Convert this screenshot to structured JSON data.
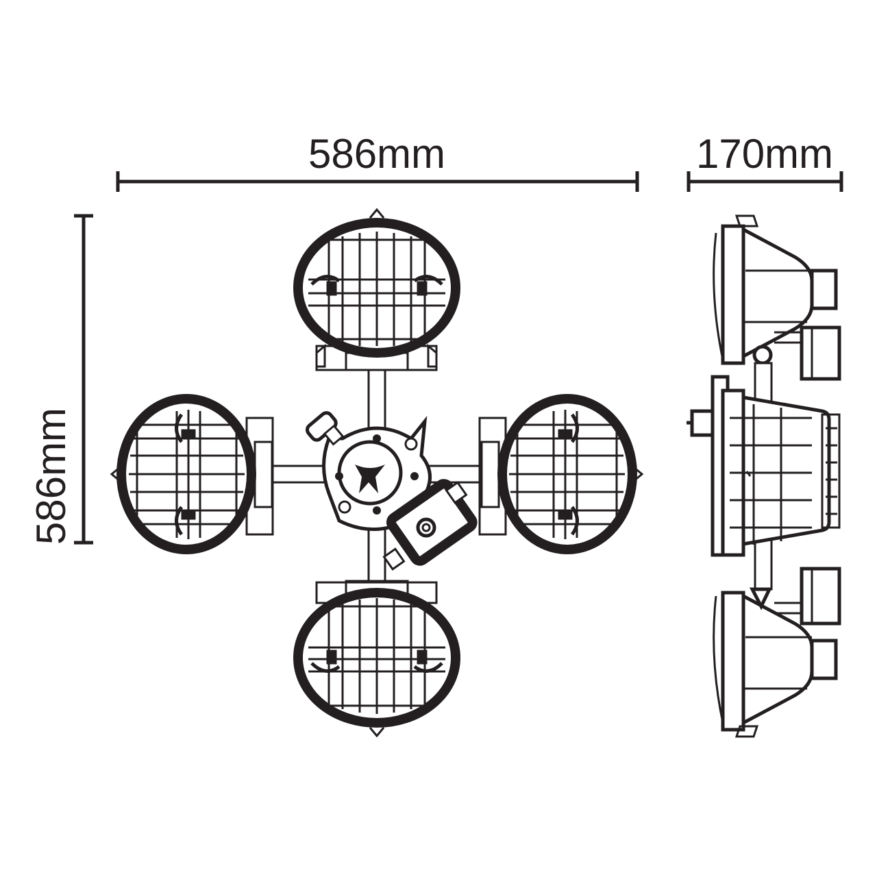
{
  "dimensions": {
    "front_width": "586mm",
    "front_height": "586mm",
    "side_depth": "170mm"
  },
  "colors": {
    "line": "#231f20",
    "background": "#ffffff"
  }
}
